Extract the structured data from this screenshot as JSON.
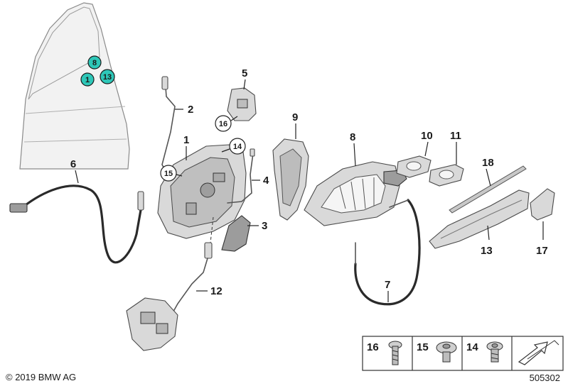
{
  "diagram": {
    "door_callouts": [
      "8",
      "1",
      "13"
    ],
    "part_labels": {
      "p1": "1",
      "p2": "2",
      "p3": "3",
      "p4": "4",
      "p5": "5",
      "p6": "6",
      "p7": "7",
      "p8": "8",
      "p9": "9",
      "p10": "10",
      "p11": "11",
      "p12": "12",
      "p13": "13",
      "p17": "17",
      "p18": "18"
    },
    "circled_labels": {
      "c14": "14",
      "c15": "15",
      "c16": "16"
    },
    "legend": {
      "items": [
        "16",
        "15",
        "14"
      ]
    },
    "footer": {
      "copyright": "© 2019 BMW AG",
      "diagram_number": "505302"
    }
  },
  "colors": {
    "accent": "#2ec7b8"
  }
}
